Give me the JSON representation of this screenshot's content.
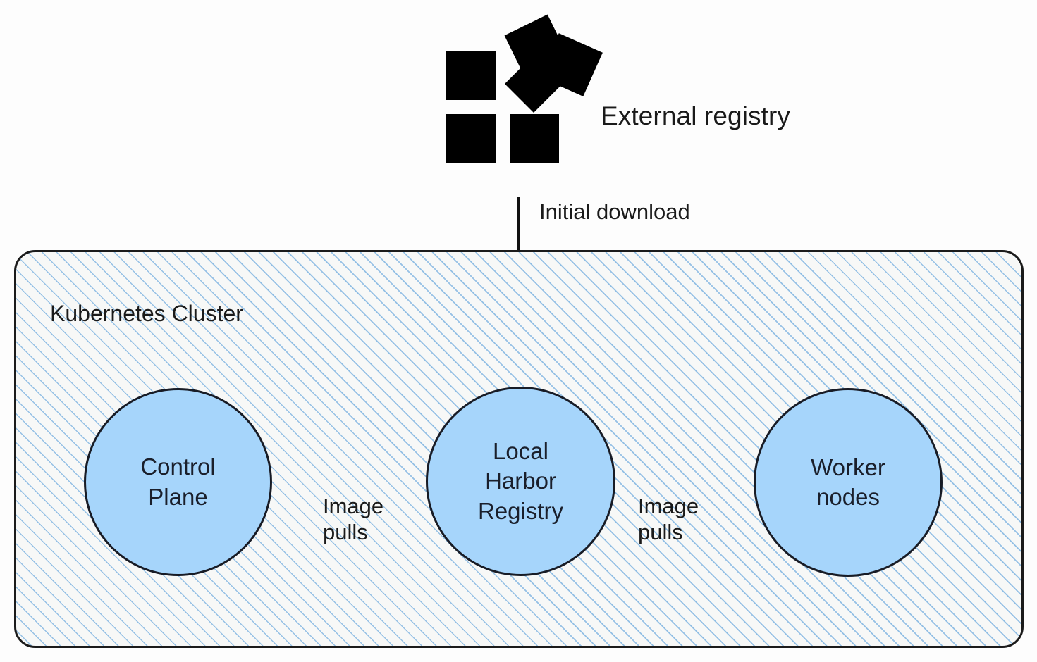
{
  "diagram": {
    "title": "Kubernetes cluster image pull flow via local Harbor registry",
    "background_color": "#fdfdfd",
    "accent_blue": "#a6d5fb",
    "hatch_blue": "#84b7e2",
    "stroke_color": "#181c26"
  },
  "external": {
    "icon_name": "external-registry-icon",
    "label": "External registry"
  },
  "flow": {
    "initial_download_label": "Initial download",
    "image_pulls_left_label": "Image\npulls",
    "image_pulls_right_label": "Image\npulls"
  },
  "cluster": {
    "title": "Kubernetes Cluster",
    "nodes": [
      {
        "id": "control-plane",
        "label": "Control\nPlane"
      },
      {
        "id": "local-harbor",
        "label": "Local\nHarbor\nRegistry"
      },
      {
        "id": "worker-nodes",
        "label": "Worker\nnodes"
      }
    ]
  }
}
